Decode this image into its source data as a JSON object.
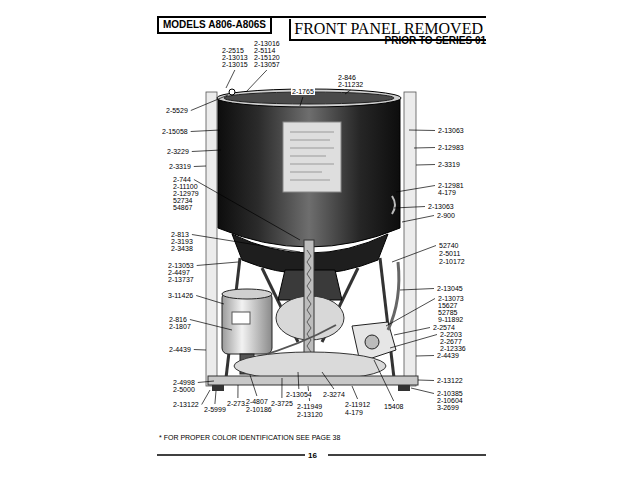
{
  "diagram": {
    "title": "MODELS A806-A806S",
    "labels": [
      "FRONT PANEL REMOVED",
      "PRIOR TO SERIES 01",
      "2-13016",
      "2-2515",
      "2-5114",
      "2-13013",
      "2-15120",
      "2-13015",
      "2-13057",
      "2-846",
      "2-11232",
      "2-1765",
      "2-5529",
      "2-15058",
      "2-3229",
      "2-3319",
      "2-744",
      "2-11100",
      "2-12979",
      "52734",
      "54867",
      "2-813",
      "2-3193",
      "2-3438",
      "2-13053",
      "2-4497",
      "2-13737",
      "3-11426",
      "2-816",
      "2-1807",
      "2-4439",
      "2-4998",
      "2-5000",
      "2-13122",
      "2-5999",
      "2-2738",
      "2-4807",
      "2-10186",
      "2-3725",
      "2-13054",
      "2-11949",
      "2-13120",
      "2-3274",
      "2-11912",
      "4-179",
      "15408",
      "2-13063",
      "2-12983",
      "2-3319",
      "2-12981",
      "4-179",
      "2-13063",
      "2-900",
      "52740",
      "2-5011",
      "2-10172",
      "2-13045",
      "2-13073",
      "15627",
      "52785",
      "9-11892",
      "2-2574",
      "2-2203",
      "2-2677",
      "2-12336",
      "2-4439",
      "2-13122",
      "2-10385",
      "2-10604",
      "3-2699",
      "* FOR PROPER COLOR IDENTIFICATION SEE PAGE 38",
      "16"
    ]
  }
}
